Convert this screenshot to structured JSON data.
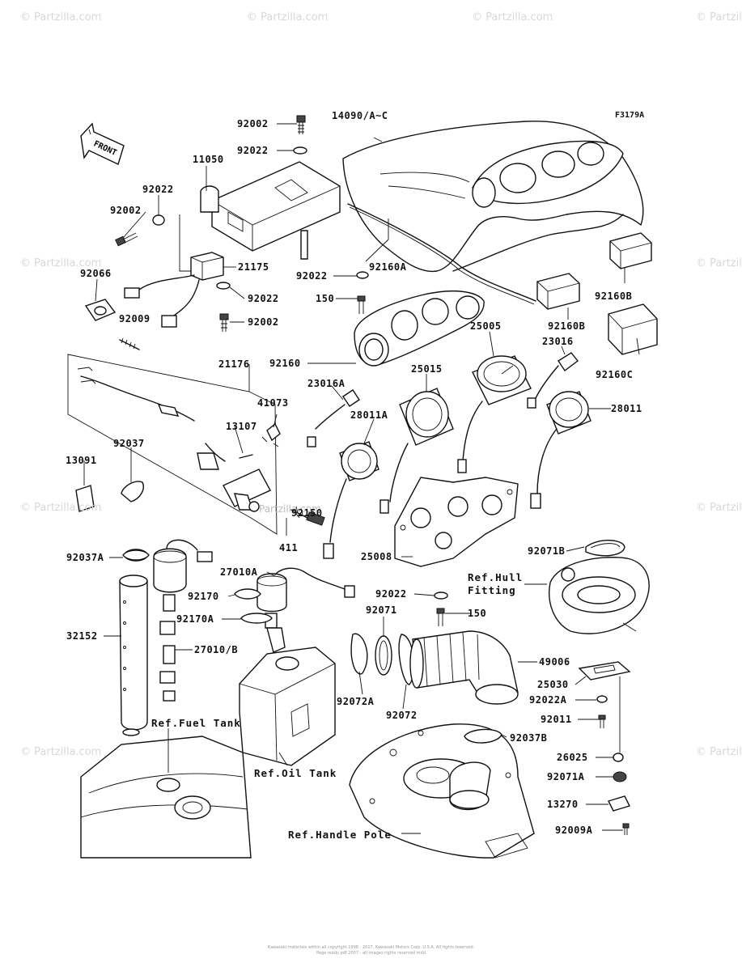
{
  "diagram_code": "F3179A",
  "front_label": "FRONT",
  "watermark": "© Partzilla.com",
  "watermark_center": "Partzilla.com",
  "copyright_lines": [
    "Kawasaki materials within all copyright 1998 - 2017, Kawasaki Motors Corp. U.S.A. All rights reserved.",
    "Page ready pdf 2007 - all images rights reserved mdd"
  ],
  "part_labels": {
    "p92002_top": "92002",
    "p92022_top": "92022",
    "p14090": "14090/A~C",
    "p11050": "11050",
    "p92022_left": "92022",
    "p92002_left": "92002",
    "p21175": "21175",
    "p92066": "92066",
    "p92022_mid": "92022",
    "p92009": "92009",
    "p92002_mid": "92002",
    "p92022_r": "92022",
    "p92160A": "92160A",
    "p150_a": "150",
    "p92160B_1": "92160B",
    "p92160B_2": "92160B",
    "p92160C": "92160C",
    "p25005": "25005",
    "p23016": "23016",
    "p92160": "92160",
    "p21176": "21176",
    "p23016A": "23016A",
    "p25015": "25015",
    "p28011": "28011",
    "p41073": "41073",
    "p28011A": "28011A",
    "p13107": "13107",
    "p92037": "92037",
    "p13091": "13091",
    "p92150": "92150",
    "p411": "411",
    "p25008": "25008",
    "p92071B": "92071B",
    "p92037A": "92037A",
    "p27010A": "27010A",
    "p92170": "92170",
    "p92170A": "92170A",
    "p92022_b": "92022",
    "p92071": "92071",
    "p150_b": "150",
    "p32152": "32152",
    "p27010B": "27010/B",
    "p49006": "49006",
    "p25030": "25030",
    "p92022A": "92022A",
    "p92072A": "92072A",
    "p92072": "92072",
    "p92011": "92011",
    "p92037B": "92037B",
    "p26025": "26025",
    "p92071A": "92071A",
    "p13270": "13270",
    "p92009A": "92009A"
  },
  "refs": {
    "hull": "Ref.Hull",
    "hull2": "Fitting",
    "fuel": "Ref.Fuel Tank",
    "oil": "Ref.Oil Tank",
    "handle": "Ref.Handle Pole"
  }
}
